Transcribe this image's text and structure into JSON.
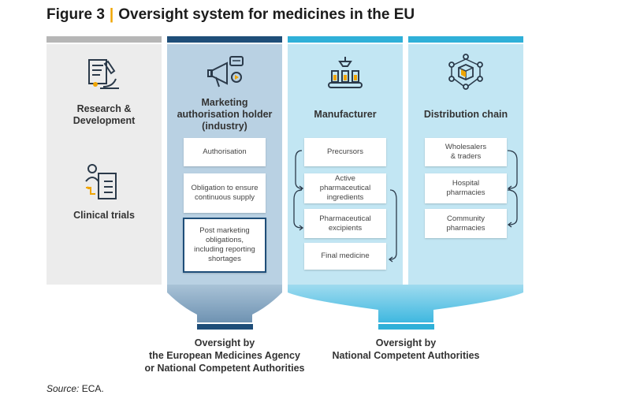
{
  "figure": {
    "label": "Figure 3",
    "separator": "|",
    "title": "Oversight system for medicines in the EU"
  },
  "columns": {
    "rd": {
      "heading_line1": "Research &",
      "heading_line2": "Development",
      "sub_heading": "Clinical trials",
      "icon": "microscope-research-icon",
      "sub_icon": "clinical-trials-icon"
    },
    "mah": {
      "heading_line1": "Marketing",
      "heading_line2": "authorisation holder",
      "heading_line3": "(industry)",
      "icon": "megaphone-icon",
      "boxes": [
        "Authorisation",
        "Obligation to ensure\ncontinuous supply",
        "Post marketing\nobligations,\nincluding reporting\nshortages"
      ]
    },
    "man": {
      "heading": "Manufacturer",
      "icon": "factory-line-icon",
      "boxes": [
        "Precursors",
        "Active\npharmaceutical\ningredients",
        "Pharmaceutical\nexcipients",
        "Final medicine"
      ]
    },
    "dist": {
      "heading": "Distribution chain",
      "icon": "network-box-icon",
      "boxes": [
        "Wholesalers\n& traders",
        "Hospital\npharmacies",
        "Community\npharmacies"
      ]
    }
  },
  "oversight": {
    "left_line1": "Oversight by",
    "left_line2": "the European Medicines Agency",
    "left_line3": "or National Competent Authorities",
    "right_line1": "Oversight by",
    "right_line2": "National Competent Authorities"
  },
  "source": {
    "label": "Source:",
    "value": "ECA."
  },
  "colors": {
    "dark_blue": "#1f4e79",
    "light_blue": "#2fb0d8",
    "accent": "#f0a500"
  }
}
